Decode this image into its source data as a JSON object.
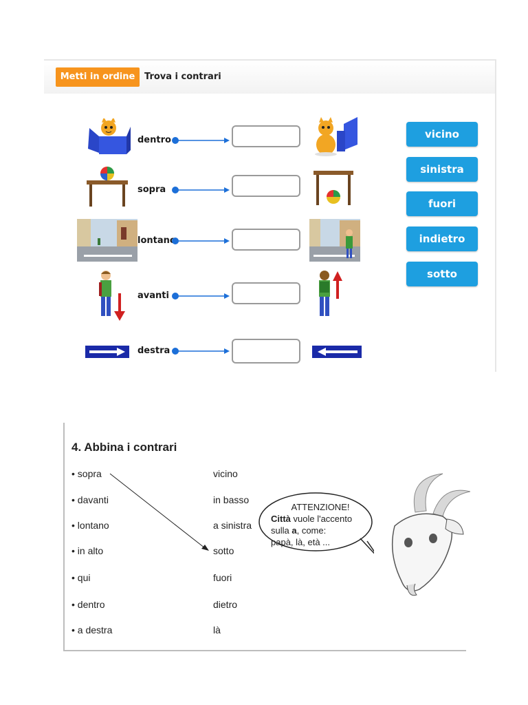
{
  "tabs": {
    "active": "Metti in ordine",
    "inactive": "Trova i contrari"
  },
  "rows": [
    {
      "word": "dentro"
    },
    {
      "word": "sopra"
    },
    {
      "word": "lontano"
    },
    {
      "word": "avanti"
    },
    {
      "word": "destra"
    }
  ],
  "options": [
    "vicino",
    "sinistra",
    "fuori",
    "indietro",
    "sotto"
  ],
  "exercise4": {
    "title": "4. Abbina i contrari",
    "left": [
      "• sopra",
      "• davanti",
      "• lontano",
      "• in alto",
      "• qui",
      "• dentro",
      "• a destra"
    ],
    "right": [
      "vicino",
      "in basso",
      "a sinistra",
      "sotto",
      "fuori",
      "dietro",
      "là"
    ],
    "bubble": {
      "heading": "ATTENZIONE!",
      "bold1": "Città",
      "text1": " vuole l'accento",
      "text2a": "sulla ",
      "bold2": "a",
      "text2b": ", come:",
      "text3": "papà, là, età ..."
    }
  },
  "colors": {
    "tab_orange": "#f7941d",
    "option_blue": "#1e9fe0",
    "arrow_blue": "#1c6fd8"
  }
}
